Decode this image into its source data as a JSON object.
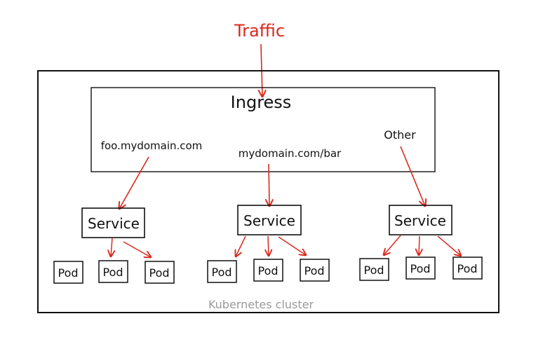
{
  "traffic_label": "Traffic",
  "ingress": {
    "title": "Ingress",
    "routes": [
      {
        "label": "foo.mydomain.com"
      },
      {
        "label": "mydomain.com/bar"
      },
      {
        "label": "Other"
      }
    ]
  },
  "services": [
    {
      "label": "Service",
      "pods": [
        "Pod",
        "Pod",
        "Pod"
      ]
    },
    {
      "label": "Service",
      "pods": [
        "Pod",
        "Pod",
        "Pod"
      ]
    },
    {
      "label": "Service",
      "pods": [
        "Pod",
        "Pod",
        "Pod"
      ]
    }
  ],
  "cluster_label": "Kubernetes cluster",
  "colors": {
    "stroke": "#111111",
    "arrow": "#d9291c",
    "cluster_text": "#9a9a9a"
  }
}
